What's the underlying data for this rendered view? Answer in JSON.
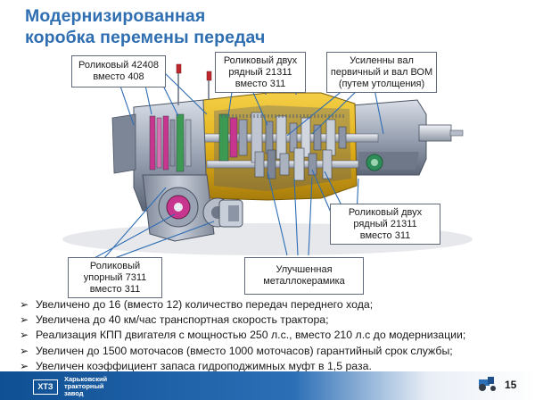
{
  "slide": {
    "title_lines": [
      "Модернизированная",
      "коробка перемены передач"
    ],
    "page_number": "15"
  },
  "callouts": [
    {
      "lines": [
        "Роликовый 42408",
        "вместо 408"
      ]
    },
    {
      "lines": [
        "Роликовый двух",
        "рядный 21311",
        "вместо 311"
      ]
    },
    {
      "lines": [
        "Усиленны вал",
        "первичный и вал ВОМ",
        "(путем утолщения)"
      ]
    },
    {
      "lines": [
        "Роликовый двух",
        "рядный 21311",
        "вместо 311"
      ]
    },
    {
      "lines": [
        "Роликовый",
        "упорный 7311",
        "вместо 311"
      ]
    },
    {
      "lines": [
        "Улучшенная",
        "металлокерамика"
      ]
    }
  ],
  "bullets": [
    "Увеличено до 16 (вместо 12) количество передач переднего хода;",
    "Увеличена до 40 км/час транспортная скорость трактора;",
    "Реализация КПП двигателя с мощностью 250 л.с., вместо 210 л.с  до модернизации;",
    "Увеличен до 1500 моточасов (вместо 1000 моточасов) гарантийный срок службы;",
    "Увеличен коэффициент запаса гидроподжимных муфт в 1,5 раза."
  ],
  "bullet_mark": "➢",
  "footer": {
    "logo_text": "ХТЗ",
    "company_lines": [
      "Харьковский",
      "тракторный",
      "завод"
    ]
  },
  "colors": {
    "title": "#2f6fb1",
    "footer_band": "#0f4f93",
    "leader_lines": "#2e6db4",
    "housing_yellow": "#e2b11a",
    "gear_green": "#3c9a52",
    "gear_magenta": "#c8358f",
    "casing_gray": "#8c95a6"
  },
  "icons": {
    "figure": "gearbox-cutaway-illustration",
    "footer_logo": "htz-logo-icon",
    "footer_tractor": "tractor-icon"
  }
}
